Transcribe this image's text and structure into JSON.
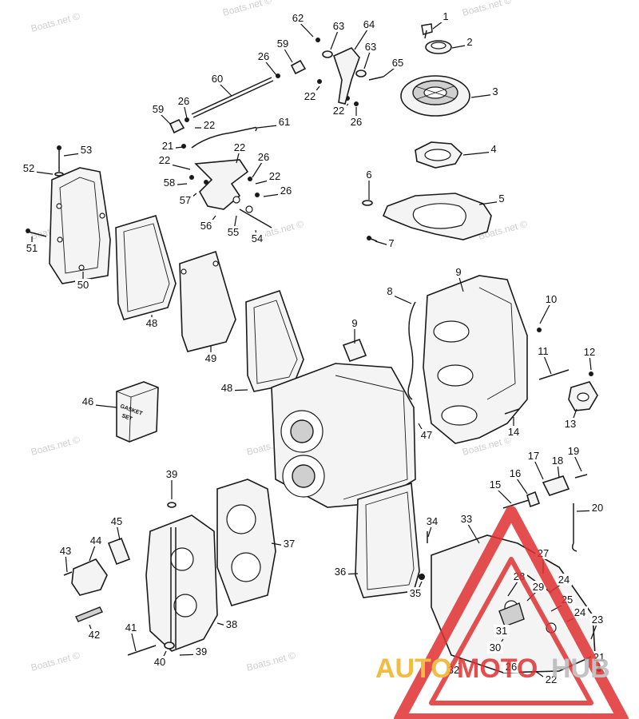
{
  "watermark": {
    "text": "Boats.net ©",
    "color": "#cfcfcf"
  },
  "gasket_box": {
    "line1": "GASKET",
    "line2": "SET"
  },
  "logo": {
    "word_a": "AUTO",
    "word_b": "MOTO",
    "word_c": "HUB",
    "color_a": "#f0b020",
    "color_b": "#e03030",
    "color_c": "#b8b8b8",
    "triangle_color": "#e03030"
  },
  "callouts": [
    {
      "id": "c1",
      "label": "1"
    },
    {
      "id": "c2",
      "label": "2"
    },
    {
      "id": "c3",
      "label": "3"
    },
    {
      "id": "c4",
      "label": "4"
    },
    {
      "id": "c5",
      "label": "5"
    },
    {
      "id": "c6",
      "label": "6"
    },
    {
      "id": "c7",
      "label": "7"
    },
    {
      "id": "c8",
      "label": "8"
    },
    {
      "id": "c9a",
      "label": "9"
    },
    {
      "id": "c9b",
      "label": "9"
    },
    {
      "id": "c10",
      "label": "10"
    },
    {
      "id": "c11",
      "label": "11"
    },
    {
      "id": "c12",
      "label": "12"
    },
    {
      "id": "c13",
      "label": "13"
    },
    {
      "id": "c14",
      "label": "14"
    },
    {
      "id": "c15",
      "label": "15"
    },
    {
      "id": "c16",
      "label": "16"
    },
    {
      "id": "c17",
      "label": "17"
    },
    {
      "id": "c18",
      "label": "18"
    },
    {
      "id": "c19",
      "label": "19"
    },
    {
      "id": "c20",
      "label": "20"
    },
    {
      "id": "c21a",
      "label": "21"
    },
    {
      "id": "c21b",
      "label": "21"
    },
    {
      "id": "c22a",
      "label": "22"
    },
    {
      "id": "c22b",
      "label": "22"
    },
    {
      "id": "c22c",
      "label": "22"
    },
    {
      "id": "c22d",
      "label": "22"
    },
    {
      "id": "c22e",
      "label": "22"
    },
    {
      "id": "c22f",
      "label": "22"
    },
    {
      "id": "c22g",
      "label": "22"
    },
    {
      "id": "c23",
      "label": "23"
    },
    {
      "id": "c24a",
      "label": "24"
    },
    {
      "id": "c24b",
      "label": "24"
    },
    {
      "id": "c25",
      "label": "25"
    },
    {
      "id": "c26a",
      "label": "26"
    },
    {
      "id": "c26b",
      "label": "26"
    },
    {
      "id": "c26c",
      "label": "26"
    },
    {
      "id": "c26d",
      "label": "26"
    },
    {
      "id": "c26e",
      "label": "26"
    },
    {
      "id": "c26f",
      "label": "26"
    },
    {
      "id": "c27",
      "label": "27"
    },
    {
      "id": "c28",
      "label": "28"
    },
    {
      "id": "c29",
      "label": "29"
    },
    {
      "id": "c30",
      "label": "30"
    },
    {
      "id": "c31",
      "label": "31"
    },
    {
      "id": "c32",
      "label": "32"
    },
    {
      "id": "c33",
      "label": "33"
    },
    {
      "id": "c34",
      "label": "34"
    },
    {
      "id": "c35",
      "label": "35"
    },
    {
      "id": "c36",
      "label": "36"
    },
    {
      "id": "c37",
      "label": "37"
    },
    {
      "id": "c38",
      "label": "38"
    },
    {
      "id": "c39a",
      "label": "39"
    },
    {
      "id": "c39b",
      "label": "39"
    },
    {
      "id": "c40",
      "label": "40"
    },
    {
      "id": "c41",
      "label": "41"
    },
    {
      "id": "c42",
      "label": "42"
    },
    {
      "id": "c43",
      "label": "43"
    },
    {
      "id": "c44",
      "label": "44"
    },
    {
      "id": "c45",
      "label": "45"
    },
    {
      "id": "c46",
      "label": "46"
    },
    {
      "id": "c47",
      "label": "47"
    },
    {
      "id": "c48a",
      "label": "48"
    },
    {
      "id": "c48b",
      "label": "48"
    },
    {
      "id": "c49",
      "label": "49"
    },
    {
      "id": "c50",
      "label": "50"
    },
    {
      "id": "c51",
      "label": "51"
    },
    {
      "id": "c52",
      "label": "52"
    },
    {
      "id": "c53",
      "label": "53"
    },
    {
      "id": "c54",
      "label": "54"
    },
    {
      "id": "c55",
      "label": "55"
    },
    {
      "id": "c56",
      "label": "56"
    },
    {
      "id": "c57",
      "label": "57"
    },
    {
      "id": "c58",
      "label": "58"
    },
    {
      "id": "c59a",
      "label": "59"
    },
    {
      "id": "c59b",
      "label": "59"
    },
    {
      "id": "c60",
      "label": "60"
    },
    {
      "id": "c61",
      "label": "61"
    },
    {
      "id": "c62",
      "label": "62"
    },
    {
      "id": "c63a",
      "label": "63"
    },
    {
      "id": "c63b",
      "label": "63"
    },
    {
      "id": "c64",
      "label": "64"
    },
    {
      "id": "c65",
      "label": "65"
    }
  ]
}
